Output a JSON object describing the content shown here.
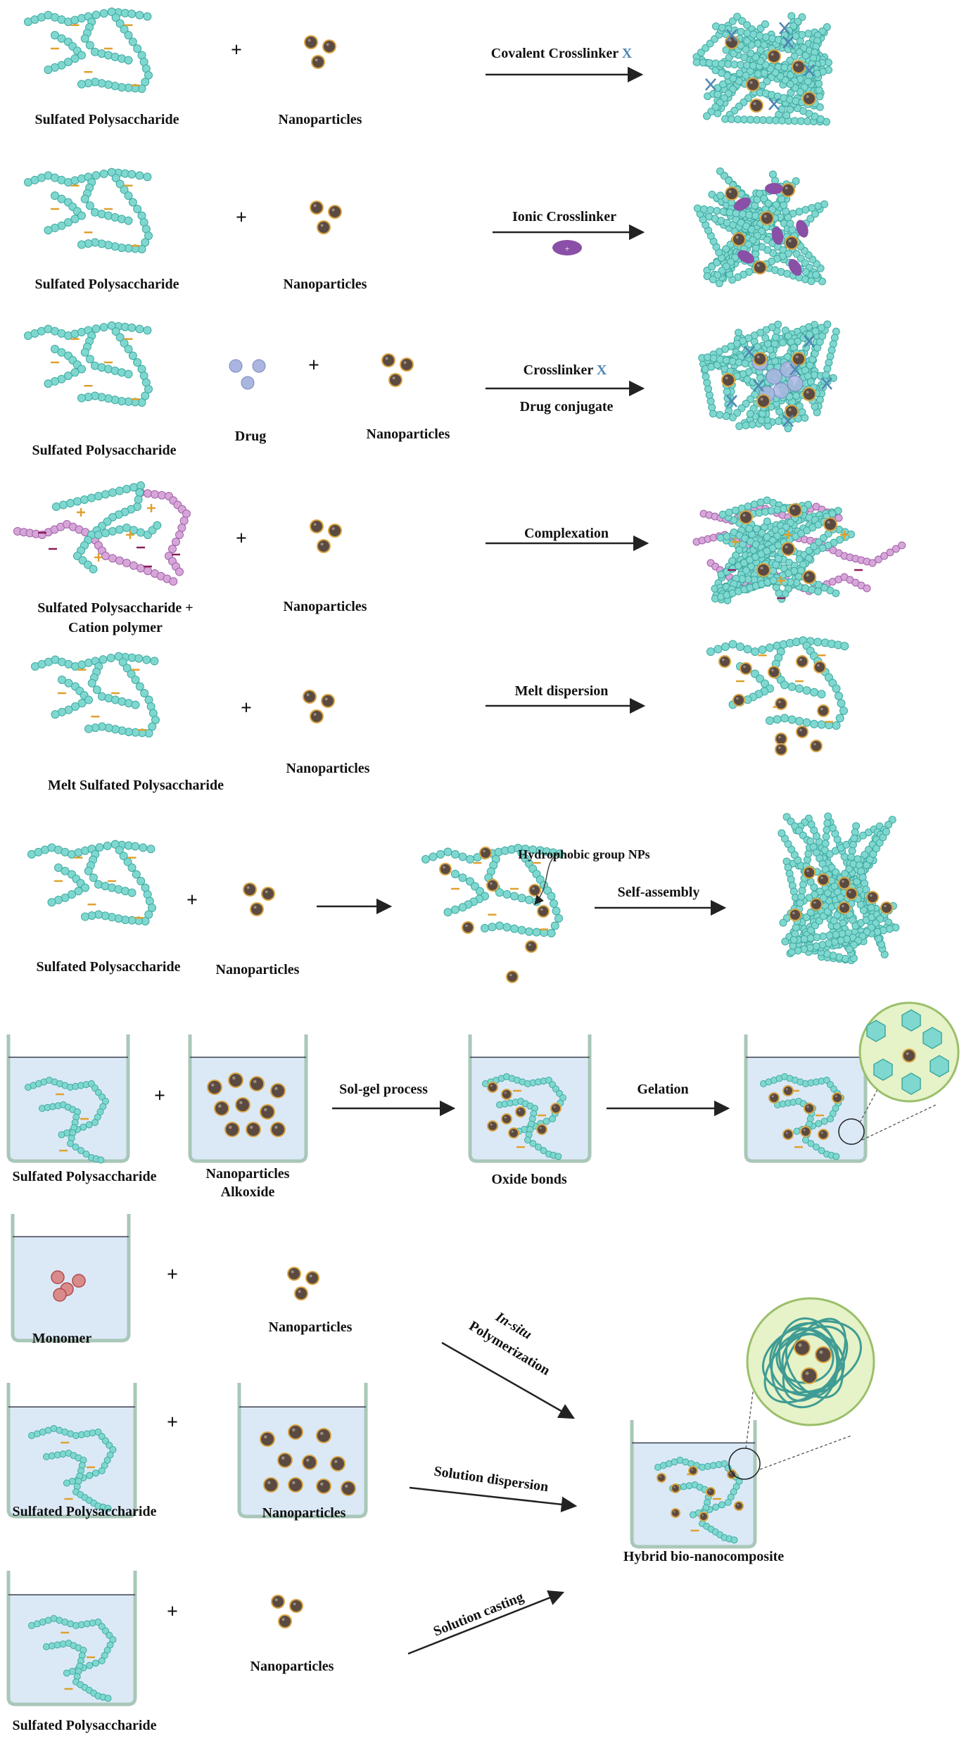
{
  "labels": {
    "sp": "Sulfated Polysaccharide",
    "np": "Nanoparticles",
    "drug": "Drug",
    "sp_cation_1": "Sulfated Polysaccharide +",
    "sp_cation_2": "Cation polymer",
    "melt_sp": "Melt Sulfated Polysaccharide",
    "np_alkoxide_1": "Nanoparticles",
    "np_alkoxide_2": "Alkoxide",
    "oxide": "Oxide bonds",
    "monomer": "Monomer",
    "hybrid": "Hybrid bio-nanocomposite",
    "hydrophobic": "Hydrophobic group NPs",
    "plus": "+"
  },
  "processes": {
    "covalent": "Covalent  Crosslinker",
    "x_symbol": "X",
    "ionic": "Ionic Crosslinker",
    "crosslinker": "Crosslinker",
    "drug_conjugate": "Drug conjugate",
    "complexation": "Complexation",
    "melt": "Melt dispersion",
    "self_assembly": "Self-assembly",
    "sol_gel": "Sol-gel process",
    "gelation": "Gelation",
    "insitu_1": "In-situ",
    "insitu_2": "Polymerization",
    "solution_dispersion": "Solution dispersion",
    "solution_casting": "Solution casting"
  },
  "colors": {
    "bead": "#7fd8d0",
    "bead_stroke": "#3fa9a0",
    "nanoparticle": "#5a4a42",
    "np_ring": "#d9a441",
    "anion": "#e0a030",
    "cation_chain": "#d7a6d9",
    "cation_stroke": "#a060a8",
    "ionic_crosslinker": "#8a4fa6",
    "drug": "#aab6e0",
    "crosslinker_x": "#4f86b3",
    "beaker_fill": "#dbe9f7",
    "zoom_fill": "#e6f2c8"
  }
}
